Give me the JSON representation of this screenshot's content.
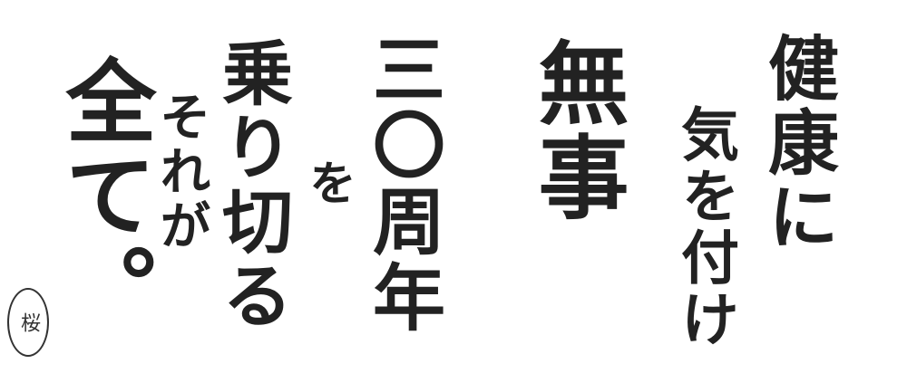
{
  "calligraphy": {
    "columns": [
      "健康に",
      "気を付け",
      "無事",
      "三〇周年",
      "を",
      "乗り切る",
      "それが",
      "全て。"
    ],
    "full_text": "健康に気を付け無事三〇周年を乗り切るそれが全て。"
  },
  "seal": {
    "text": "桜"
  },
  "colors": {
    "ink": "#222222",
    "paper": "#ffffff"
  }
}
